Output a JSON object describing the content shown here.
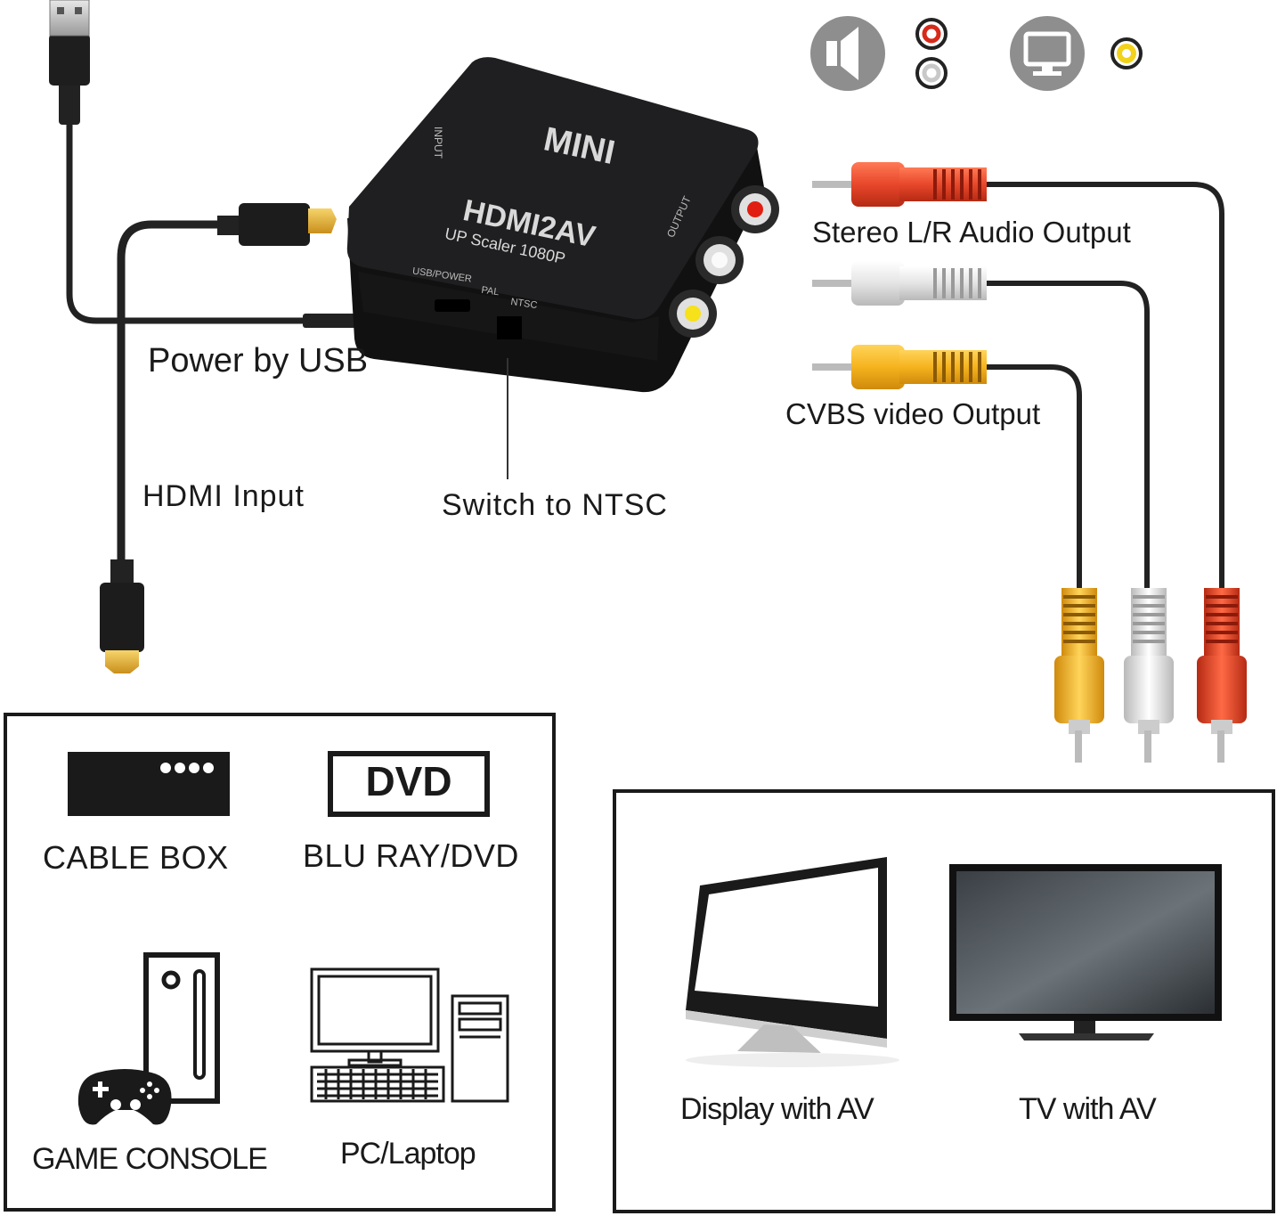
{
  "device": {
    "brand": "MINI",
    "model": "HDMI2AV",
    "subtitle": "UP Scaler 1080P",
    "input_port": "INPUT",
    "output_port": "OUTPUT",
    "usb_port": "USB/POWER",
    "pal": "PAL",
    "ntsc": "NTSC"
  },
  "labels": {
    "power_by_usb": "Power by USB",
    "hdmi_input": "HDMI Input",
    "switch_ntsc": "Switch to NTSC",
    "stereo_output": "Stereo L/R Audio Output",
    "cvbs_output": "CVBS video Output"
  },
  "sources": {
    "cable_box": "CABLE BOX",
    "dvd_logo": "DVD",
    "blu_ray": "BLU RAY/DVD",
    "game_console": "GAME CONSOLE",
    "pc": "PC/Laptop"
  },
  "displays": {
    "display_av": "Display with AV",
    "tv_av": "TV with AV"
  },
  "colors": {
    "rca_red": "#e8472b",
    "rca_white": "#e6e6e6",
    "rca_yellow": "#f5b31e",
    "hdmi_gold": "#e8b53a",
    "device_body": "#1d1d1f",
    "icon_gray": "#8e8e8e"
  },
  "icons": [
    "speaker-icon",
    "rca-red-port-icon",
    "rca-white-port-icon",
    "monitor-icon",
    "rca-yellow-port-icon"
  ]
}
